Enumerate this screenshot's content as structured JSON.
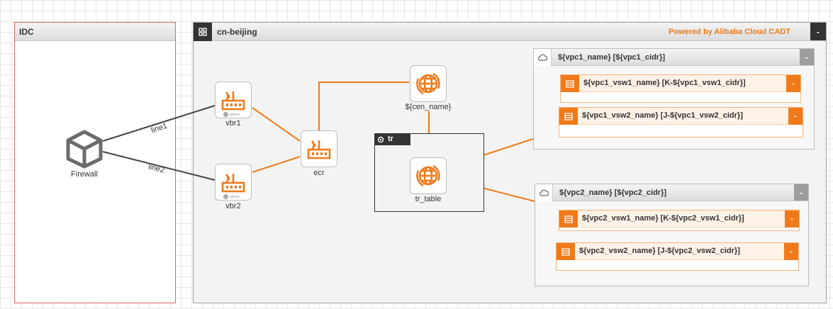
{
  "groups": {
    "idc": {
      "title": "IDC"
    },
    "region": {
      "title": "cn-beijing",
      "collapse": "-"
    },
    "tr": {
      "title": "tr"
    }
  },
  "powered_by": "Powered by Alibaba Cloud CADT",
  "nodes": {
    "firewall": "Firewall",
    "vbr1": "vbr1",
    "vbr2": "vbr2",
    "ecr": "ecr",
    "cen": "${cen_name}",
    "tr_table": "tr_table"
  },
  "badges": {
    "ignore": "ignore"
  },
  "edge_labels": {
    "line1": "line1",
    "line2": "line2"
  },
  "vpc1": {
    "title": "${vpc1_name} [${vpc1_cidr}]",
    "collapse": "-",
    "vsw1": {
      "title": "${vpc1_vsw1_name} [K-${vpc1_vsw1_cidr}]",
      "collapse": "-"
    },
    "vsw2": {
      "title": "${vpc1_vsw2_name} [J-${vpc1_vsw2_cidr}]",
      "collapse": "-"
    }
  },
  "vpc2": {
    "title": "${vpc2_name} [${vpc2_cidr}]",
    "collapse": "-",
    "vsw1": {
      "title": "${vpc2_vsw1_name} [K-${vpc2_vsw1_cidr}]",
      "collapse": "-"
    },
    "vsw2": {
      "title": "${vpc2_vsw2_name} [J-${vpc2_vsw2_cidr}]",
      "collapse": "-"
    }
  },
  "colors": {
    "accent": "#f07a1a",
    "idc_border": "#e06666",
    "dark": "#333333"
  }
}
